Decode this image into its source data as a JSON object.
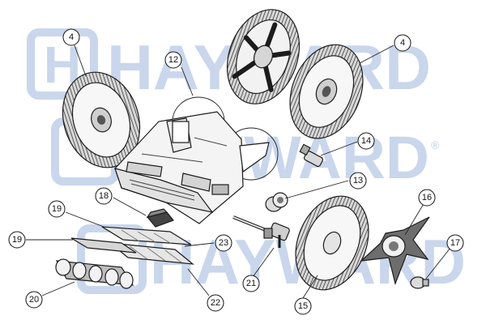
{
  "watermark": {
    "brand": "HAYWARD",
    "mark": "H",
    "registered": "®"
  },
  "callouts": [
    {
      "id": "c4a",
      "text": "4"
    },
    {
      "id": "c4b",
      "text": "4"
    },
    {
      "id": "c12",
      "text": "12"
    },
    {
      "id": "c14",
      "text": "14"
    },
    {
      "id": "c13",
      "text": "13"
    },
    {
      "id": "c16",
      "text": "16"
    },
    {
      "id": "c18",
      "text": "18"
    },
    {
      "id": "c19a",
      "text": "19"
    },
    {
      "id": "c19b",
      "text": "19"
    },
    {
      "id": "c23",
      "text": "23"
    },
    {
      "id": "c21",
      "text": "21"
    },
    {
      "id": "c15",
      "text": "15"
    },
    {
      "id": "c17",
      "text": "17"
    },
    {
      "id": "c20",
      "text": "20"
    },
    {
      "id": "c22",
      "text": "22"
    }
  ],
  "colors": {
    "line": "#1c1c1c",
    "watermark": "#c9d6ec",
    "part_fill": "#f4f4f4",
    "part_shade": "#9a9a9a"
  }
}
